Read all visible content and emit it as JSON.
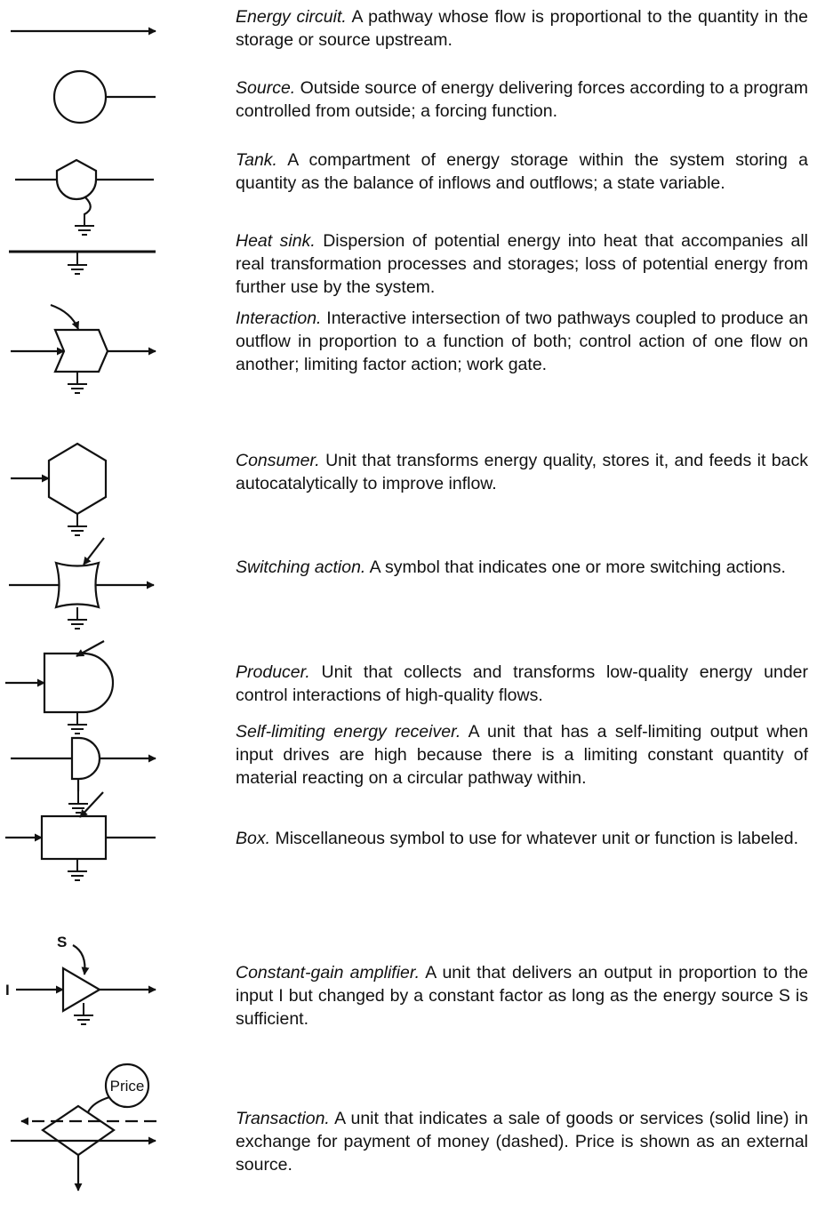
{
  "entries": [
    {
      "name": "Energy circuit.",
      "text": "A pathway whose flow is proportional to the quantity in the storage or source upstream."
    },
    {
      "name": "Source.",
      "text": "Outside source of energy delivering forces according to a program controlled from outside; a forcing function."
    },
    {
      "name": "Tank.",
      "text": "A compartment of energy storage within the system storing a quantity as the balance of inflows and outflows; a state variable."
    },
    {
      "name": "Heat sink.",
      "text": "Dispersion of potential energy into heat that accompanies all real transformation processes and storages; loss of potential energy from further use by the system."
    },
    {
      "name": "Interaction.",
      "text": "Interactive intersection of two pathways coupled to produce an outflow in proportion to a function of both; control action of one flow on another; limiting factor action; work gate."
    },
    {
      "name": "Consumer.",
      "text": "Unit that transforms energy quality, stores it, and feeds it back autocatalytically to improve inflow."
    },
    {
      "name": "Switching action.",
      "text": "A symbol that indicates one or more switching actions."
    },
    {
      "name": "Producer.",
      "text": "Unit that collects and transforms low-quality energy under control interactions of high-quality flows."
    },
    {
      "name": "Self-limiting energy receiver.",
      "text": "A unit that has a self-limiting output when input drives are high because there is a limiting constant quantity of material reacting on a circular pathway within."
    },
    {
      "name": "Box.",
      "text": "Miscellaneous symbol to use for whatever unit or function is labeled."
    },
    {
      "name": "Constant-gain amplifier.",
      "text": "A unit that delivers an output in proportion to the input I but changed by a constant factor as long as the energy source S is sufficient."
    },
    {
      "name": "Transaction.",
      "text": "A unit that indicates a sale of goods or services (solid line) in exchange for payment of money (dashed). Price is shown as an external source."
    }
  ],
  "symbol_labels": {
    "amp_s": "S",
    "amp_i": "I",
    "price": "Price"
  }
}
